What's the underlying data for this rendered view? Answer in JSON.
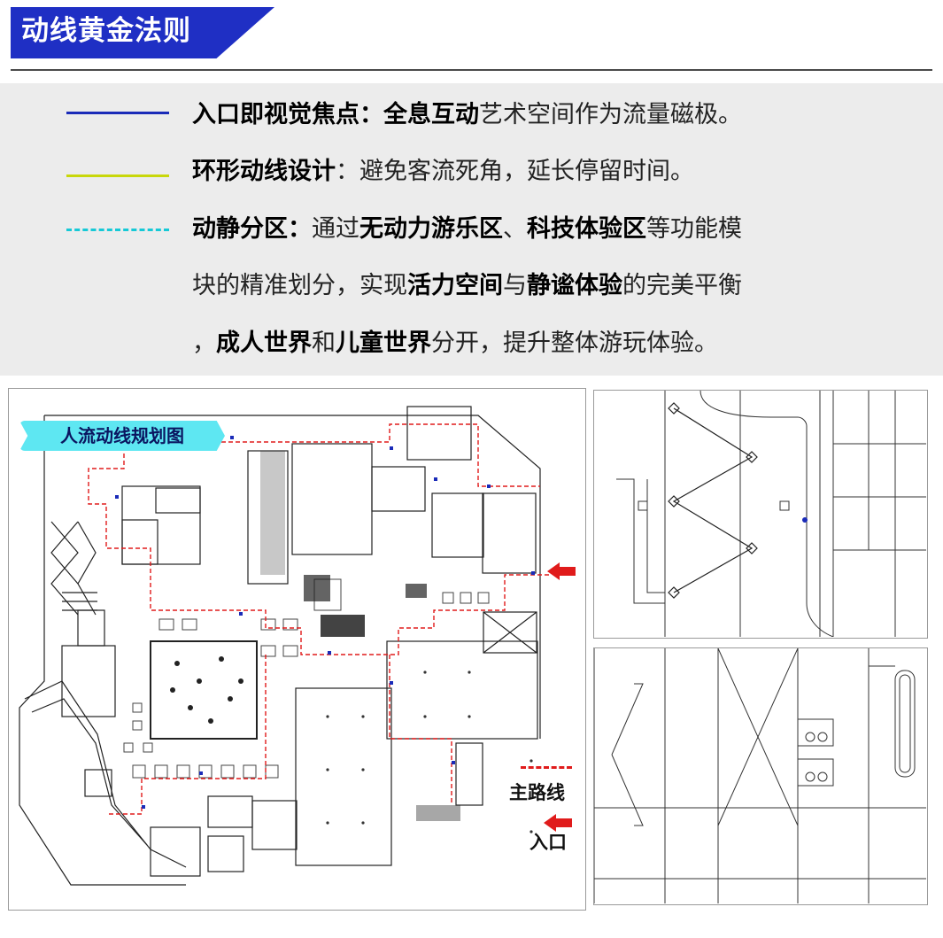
{
  "header": {
    "title": "动线黄金法则"
  },
  "legend": {
    "colors": {
      "blue": "#1a2bb8",
      "yellow": "#c8d70a",
      "cyan": "#16c9d6"
    }
  },
  "rules": {
    "r1": {
      "b1": "入口即视觉焦点：全息互动",
      "t1": "艺术空间作为流量磁极。"
    },
    "r2": {
      "b1": "环形动线设计",
      "t1": "：避免客流死角，延长停留时间。"
    },
    "r3": {
      "b1": "动静分区：",
      "t1": "通过",
      "b2": "无动力游乐区",
      "t2": "、",
      "b3": "科技体验区",
      "t3": "等功能模"
    },
    "r4": {
      "t1": "块的精准划分，实现",
      "b1": "活力空间",
      "t2": "与",
      "b2": "静谧体验",
      "t3": "的完美平衡"
    },
    "r5": {
      "t1": "，",
      "b1": "成人世界",
      "t2": "和",
      "b2": "儿童世界",
      "t3": "分开，提升整体游玩体验。"
    }
  },
  "map": {
    "badge": "人流动线规划图",
    "route_label": "主路线",
    "entry_label": "入口",
    "route_color": "#e01b1b"
  }
}
